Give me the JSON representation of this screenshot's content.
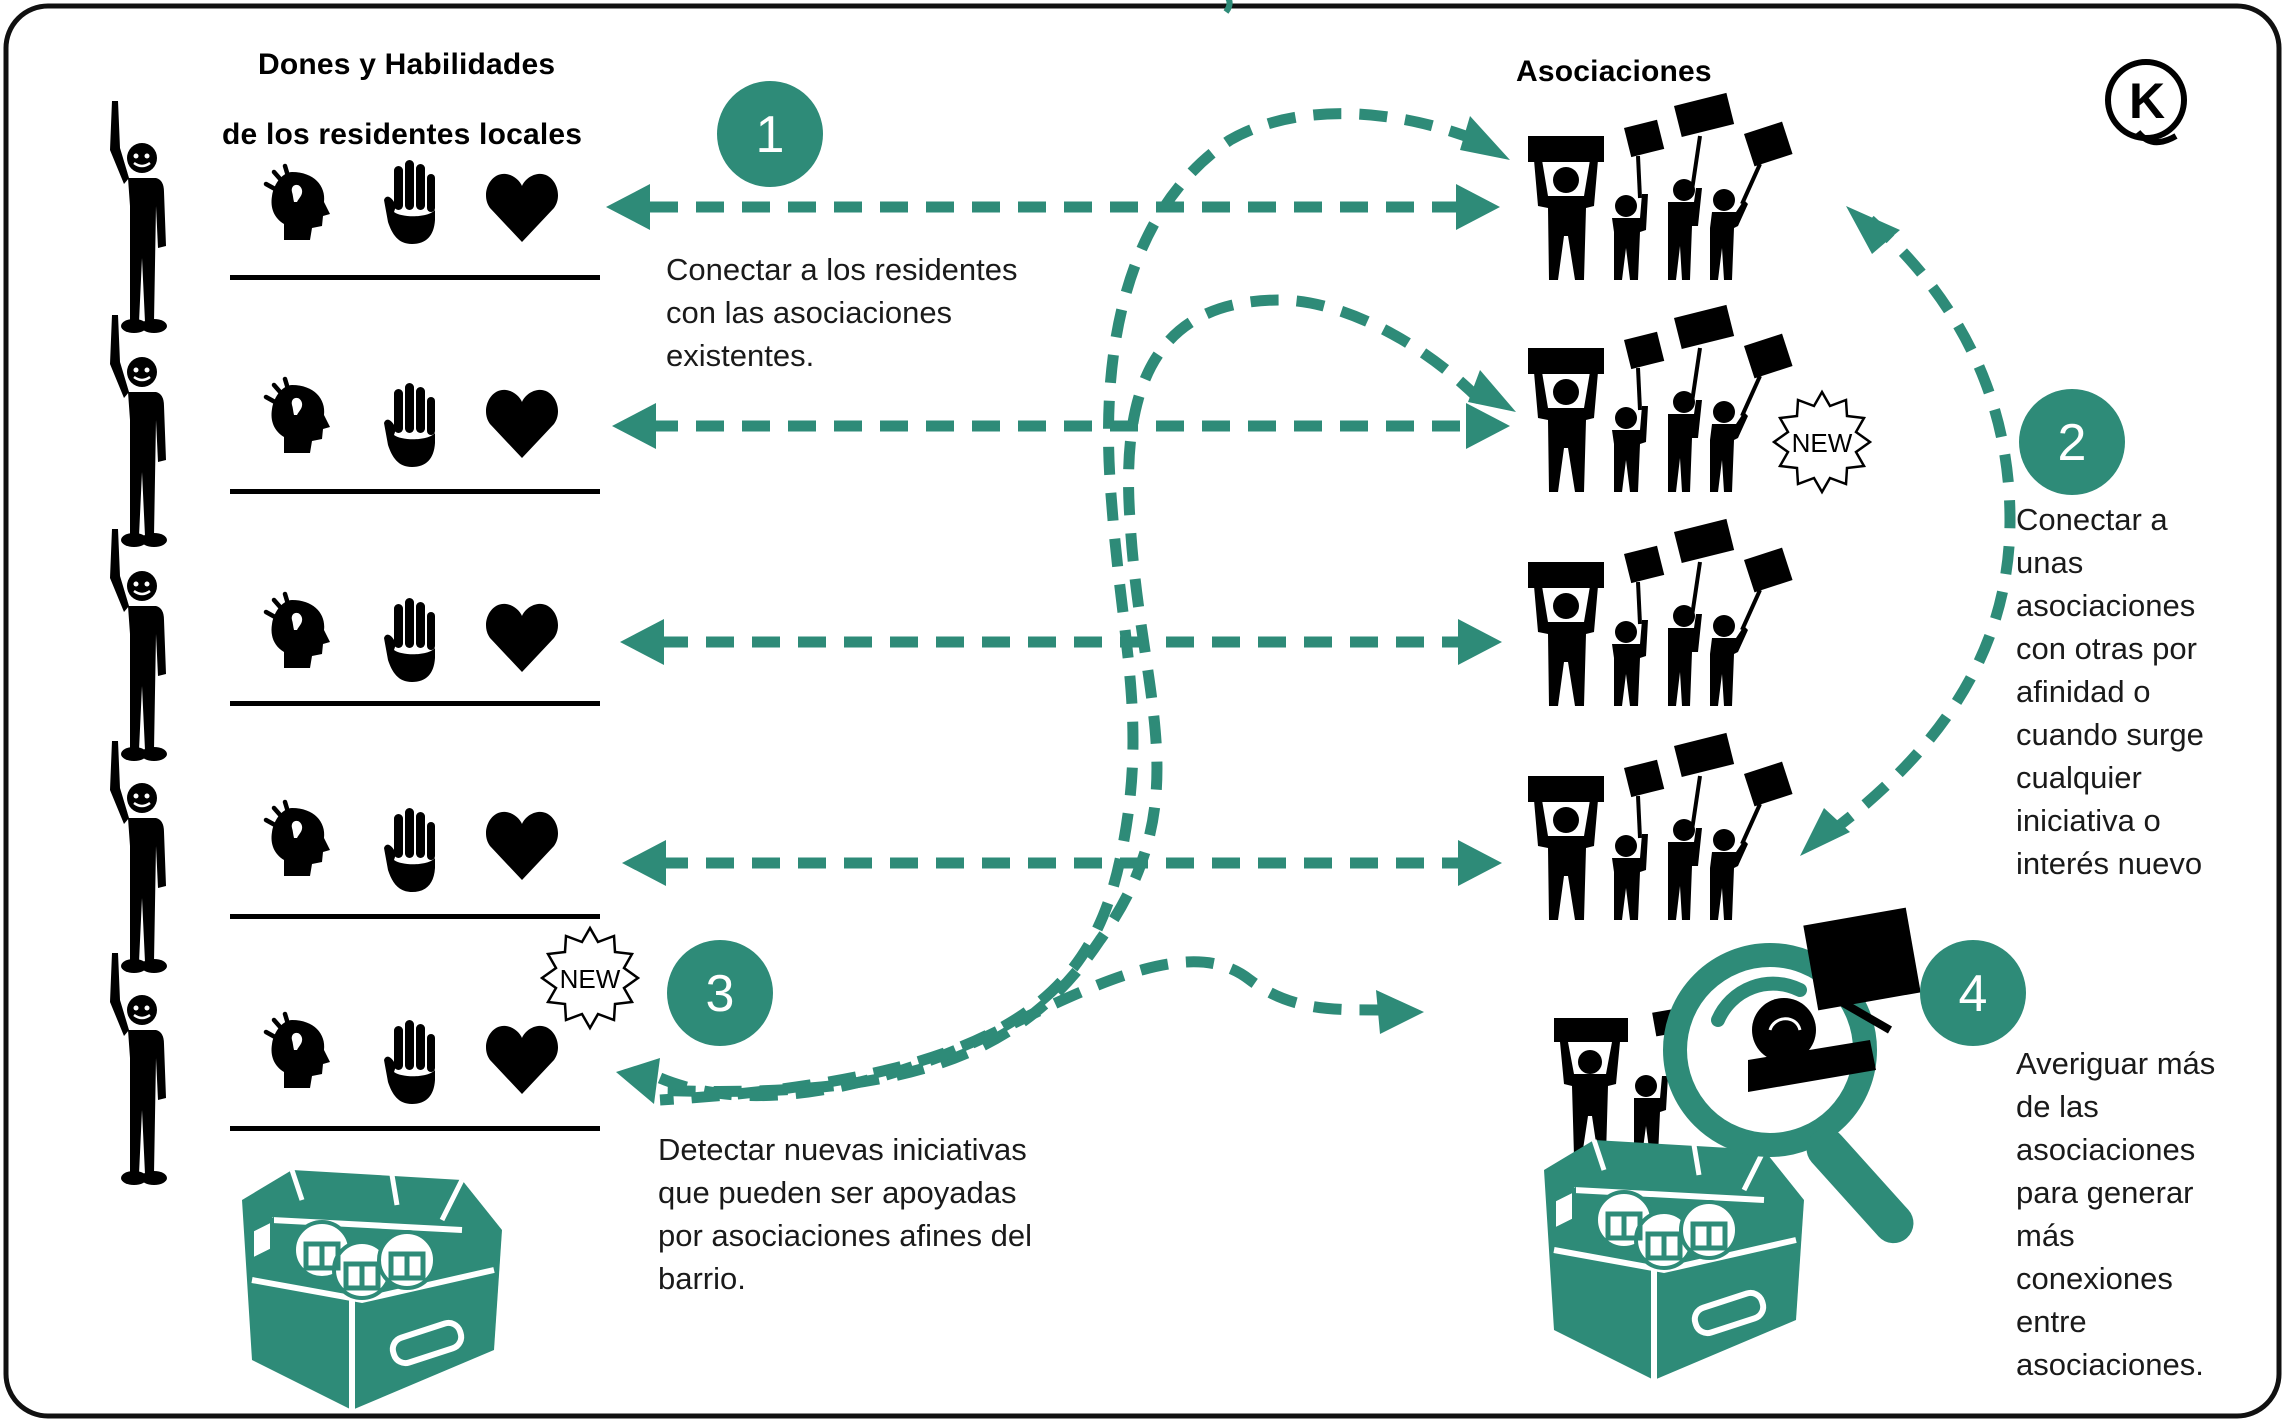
{
  "headers": {
    "left_line1": "Dones y Habilidades",
    "left_line2": "de los residentes  locales",
    "right": "Asociaciones"
  },
  "logo": {
    "letter": "K"
  },
  "badges": {
    "new": "NEW"
  },
  "steps": [
    {
      "number": "1",
      "lines": [
        "Conectar a los residentes",
        "con  las asociaciones",
        "existentes."
      ]
    },
    {
      "number": "2",
      "lines": [
        "Conectar a",
        "unas",
        "asociaciones",
        "con otras por",
        "afinidad o",
        "cuando surge",
        "cualquier",
        "iniciativa o",
        "interés nuevo"
      ]
    },
    {
      "number": "3",
      "lines": [
        "Detectar nuevas iniciativas",
        "que pueden ser apoyadas",
        "por asociaciones afines del",
        "barrio."
      ]
    },
    {
      "number": "4",
      "lines": [
        "Averiguar más",
        "de las",
        "asociaciones",
        "para generar",
        "más",
        "conexiones",
        "entre",
        "asociaciones."
      ]
    }
  ],
  "colors": {
    "accent": "#2e8b78",
    "ink": "#000000",
    "frame": "#111111"
  },
  "icons": [
    "waving-person-icon",
    "idea-head-icon",
    "hand-icon",
    "heart-icon",
    "protest-group-icon",
    "treasure-chest-icon",
    "magnifier-icon",
    "new-badge-icon"
  ]
}
